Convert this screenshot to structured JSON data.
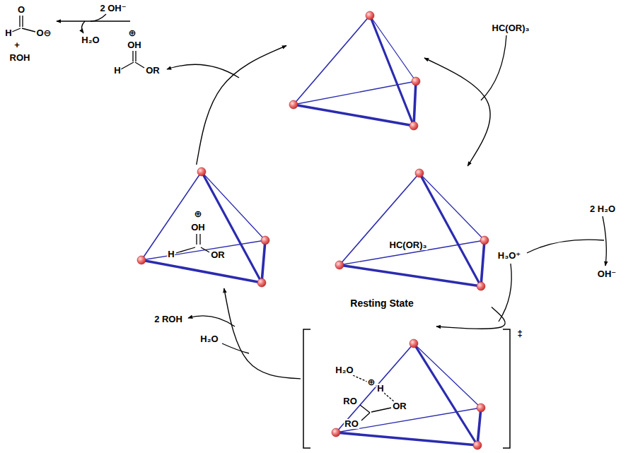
{
  "diagram": {
    "nodes": [
      {
        "text": []
      },
      {
        "text": [
          "⊕",
          "OH",
          "H",
          "OR"
        ]
      },
      {
        "text": [
          "HC(OR)₃",
          "Resting State"
        ]
      },
      {
        "text": [
          "H₂O",
          "⊕",
          "H",
          "RO",
          "OR",
          "RO",
          "‡"
        ]
      }
    ],
    "edges": [
      {
        "from": 1,
        "to": 0,
        "arrow": "to"
      },
      {
        "from": 0,
        "to": 2,
        "arrow": "both"
      },
      {
        "from": 2,
        "to": 3,
        "arrow": "to"
      },
      {
        "from": 3,
        "to": 1,
        "arrow": "to"
      }
    ],
    "labels": [
      "O",
      "H",
      "O⊖",
      "+",
      "ROH",
      "2 OH⁻",
      "H₂O",
      "⊕",
      "OH",
      "H",
      "OR",
      "HC(OR)₃",
      "2 H₂O",
      "H₃O⁺",
      "OH⁻",
      "2 ROH",
      "H₂O"
    ]
  }
}
